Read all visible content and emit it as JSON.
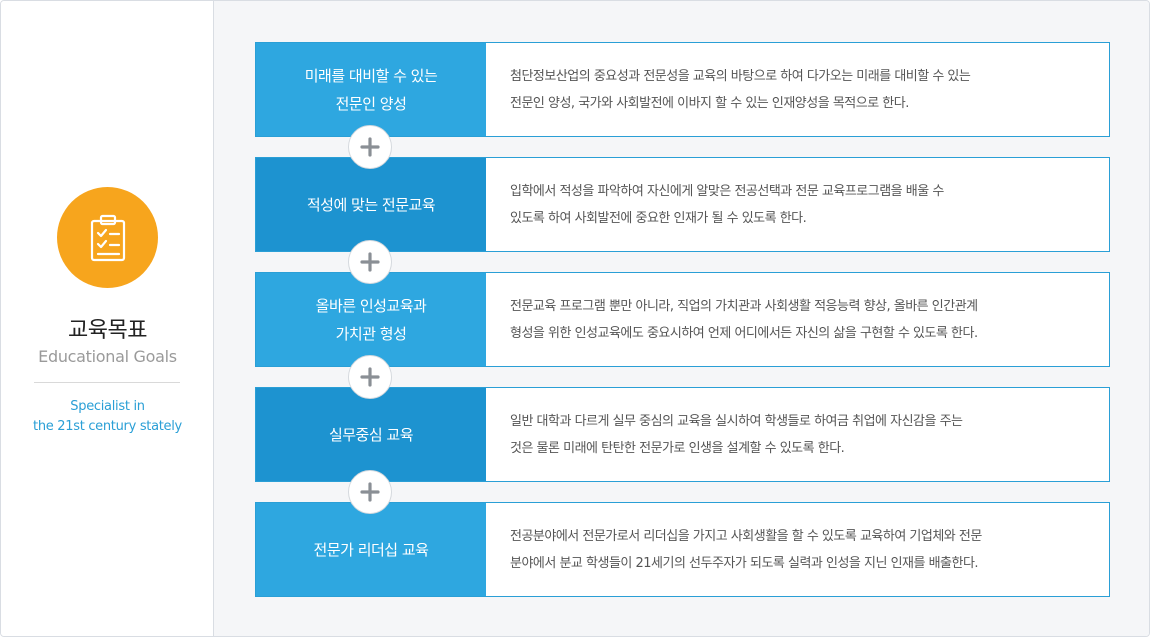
{
  "sidebar": {
    "badge_icon": "clipboard-checklist-icon",
    "title_ko": "교육목표",
    "title_en": "Educational Goals",
    "subtitle_line1": "Specialist in",
    "subtitle_line2": "the 21st century stately"
  },
  "colors": {
    "badge": "#f7a51d",
    "label_light": "#2ea7e0",
    "label_dark": "#1d93d0",
    "border": "#2a9fd6",
    "subtitle": "#2a9fd6"
  },
  "goals": [
    {
      "label_line1": "미래를 대비할 수 있는",
      "label_line2": "전문인 양성",
      "desc_line1": "첨단정보산업의 중요성과 전문성을 교육의 바탕으로 하여 다가오는 미래를 대비할 수 있는",
      "desc_line2": "전문인 양성, 국가와 사회발전에 이바지 할 수 있는 인재양성을 목적으로 한다."
    },
    {
      "label_line1": "적성에 맞는 전문교육",
      "label_line2": "",
      "desc_line1": "입학에서 적성을 파악하여 자신에게 알맞은 전공선택과 전문 교육프로그램을 배울 수",
      "desc_line2": "있도록 하여 사회발전에 중요한 인재가 될 수 있도록 한다."
    },
    {
      "label_line1": "올바른 인성교육과",
      "label_line2": "가치관 형성",
      "desc_line1": "전문교육 프로그램 뿐만 아니라, 직업의 가치관과 사회생활 적응능력 향상, 올바른 인간관계",
      "desc_line2": "형성을 위한 인성교육에도 중요시하여 언제 어디에서든 자신의 삶을 구현할 수 있도록 한다."
    },
    {
      "label_line1": "실무중심 교육",
      "label_line2": "",
      "desc_line1": "일반 대학과 다르게 실무 중심의 교육을 실시하여 학생들로 하여금 취업에 자신감을 주는",
      "desc_line2": "것은 물론 미래에 탄탄한 전문가로 인생을 설계할 수 있도록 한다."
    },
    {
      "label_line1": "전문가 리더십 교육",
      "label_line2": "",
      "desc_line1": "전공분야에서 전문가로서 리더십을 가지고 사회생활을 할 수 있도록 교육하여 기업체와 전문",
      "desc_line2": "분야에서 분교 학생들이 21세기의 선두주자가 되도록 실력과 인성을 지닌 인재를 배출한다."
    }
  ],
  "connector_icon": "plus-icon"
}
